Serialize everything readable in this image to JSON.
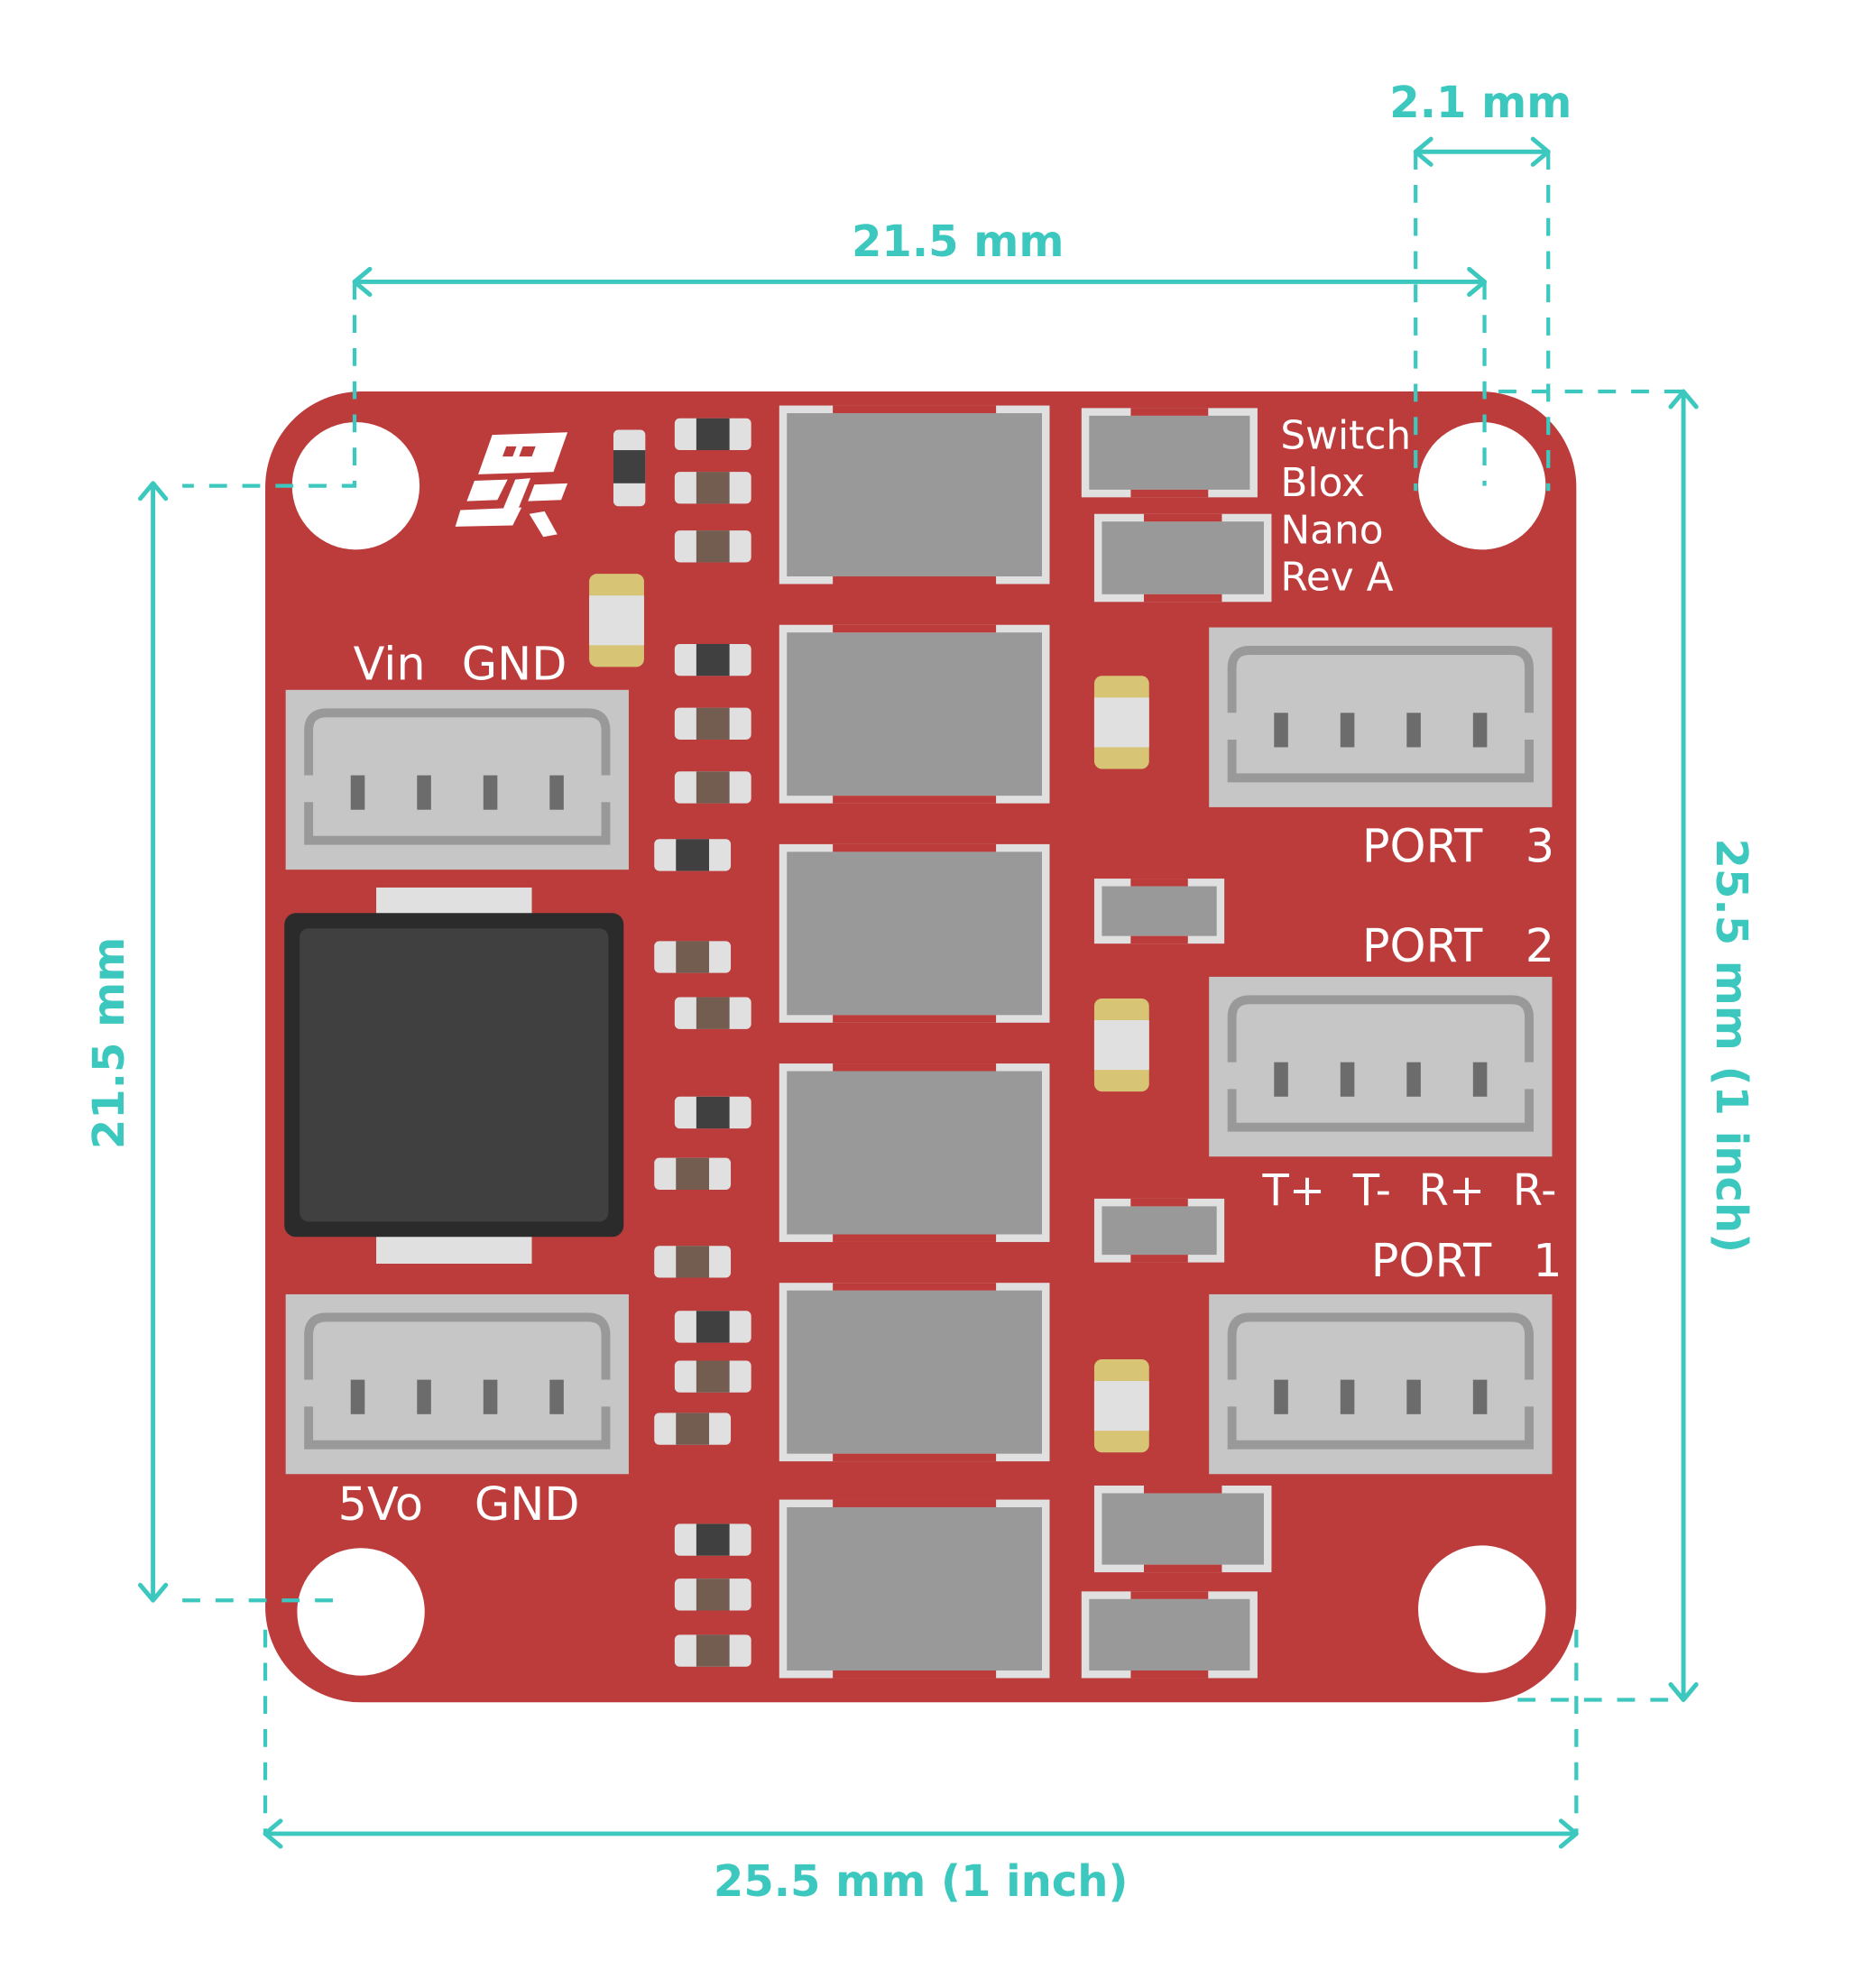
{
  "board": {
    "color": "#BC3C3C",
    "labels": {
      "vin": "Vin",
      "gnd_in": "GND",
      "out_5v": "5Vo",
      "gnd_out": "GND",
      "title_1": "Switch",
      "title_2": "Blox",
      "title_3": "Nano",
      "title_4": "Rev A",
      "port3": "PORT",
      "port3_num": "3",
      "port2": "PORT",
      "port2_num": "2",
      "pinout": "T+  T-  R+  R-",
      "port1": "PORT",
      "port1_num": "1"
    }
  },
  "dimensions": {
    "color": "#3CC8BE",
    "hole_offset": "2.1 mm",
    "hole_spacing_h": "21.5 mm",
    "hole_spacing_v": "21.5 mm",
    "board_width": "25.5 mm (1 inch)",
    "board_height": "25.5 mm (1 inch)"
  }
}
